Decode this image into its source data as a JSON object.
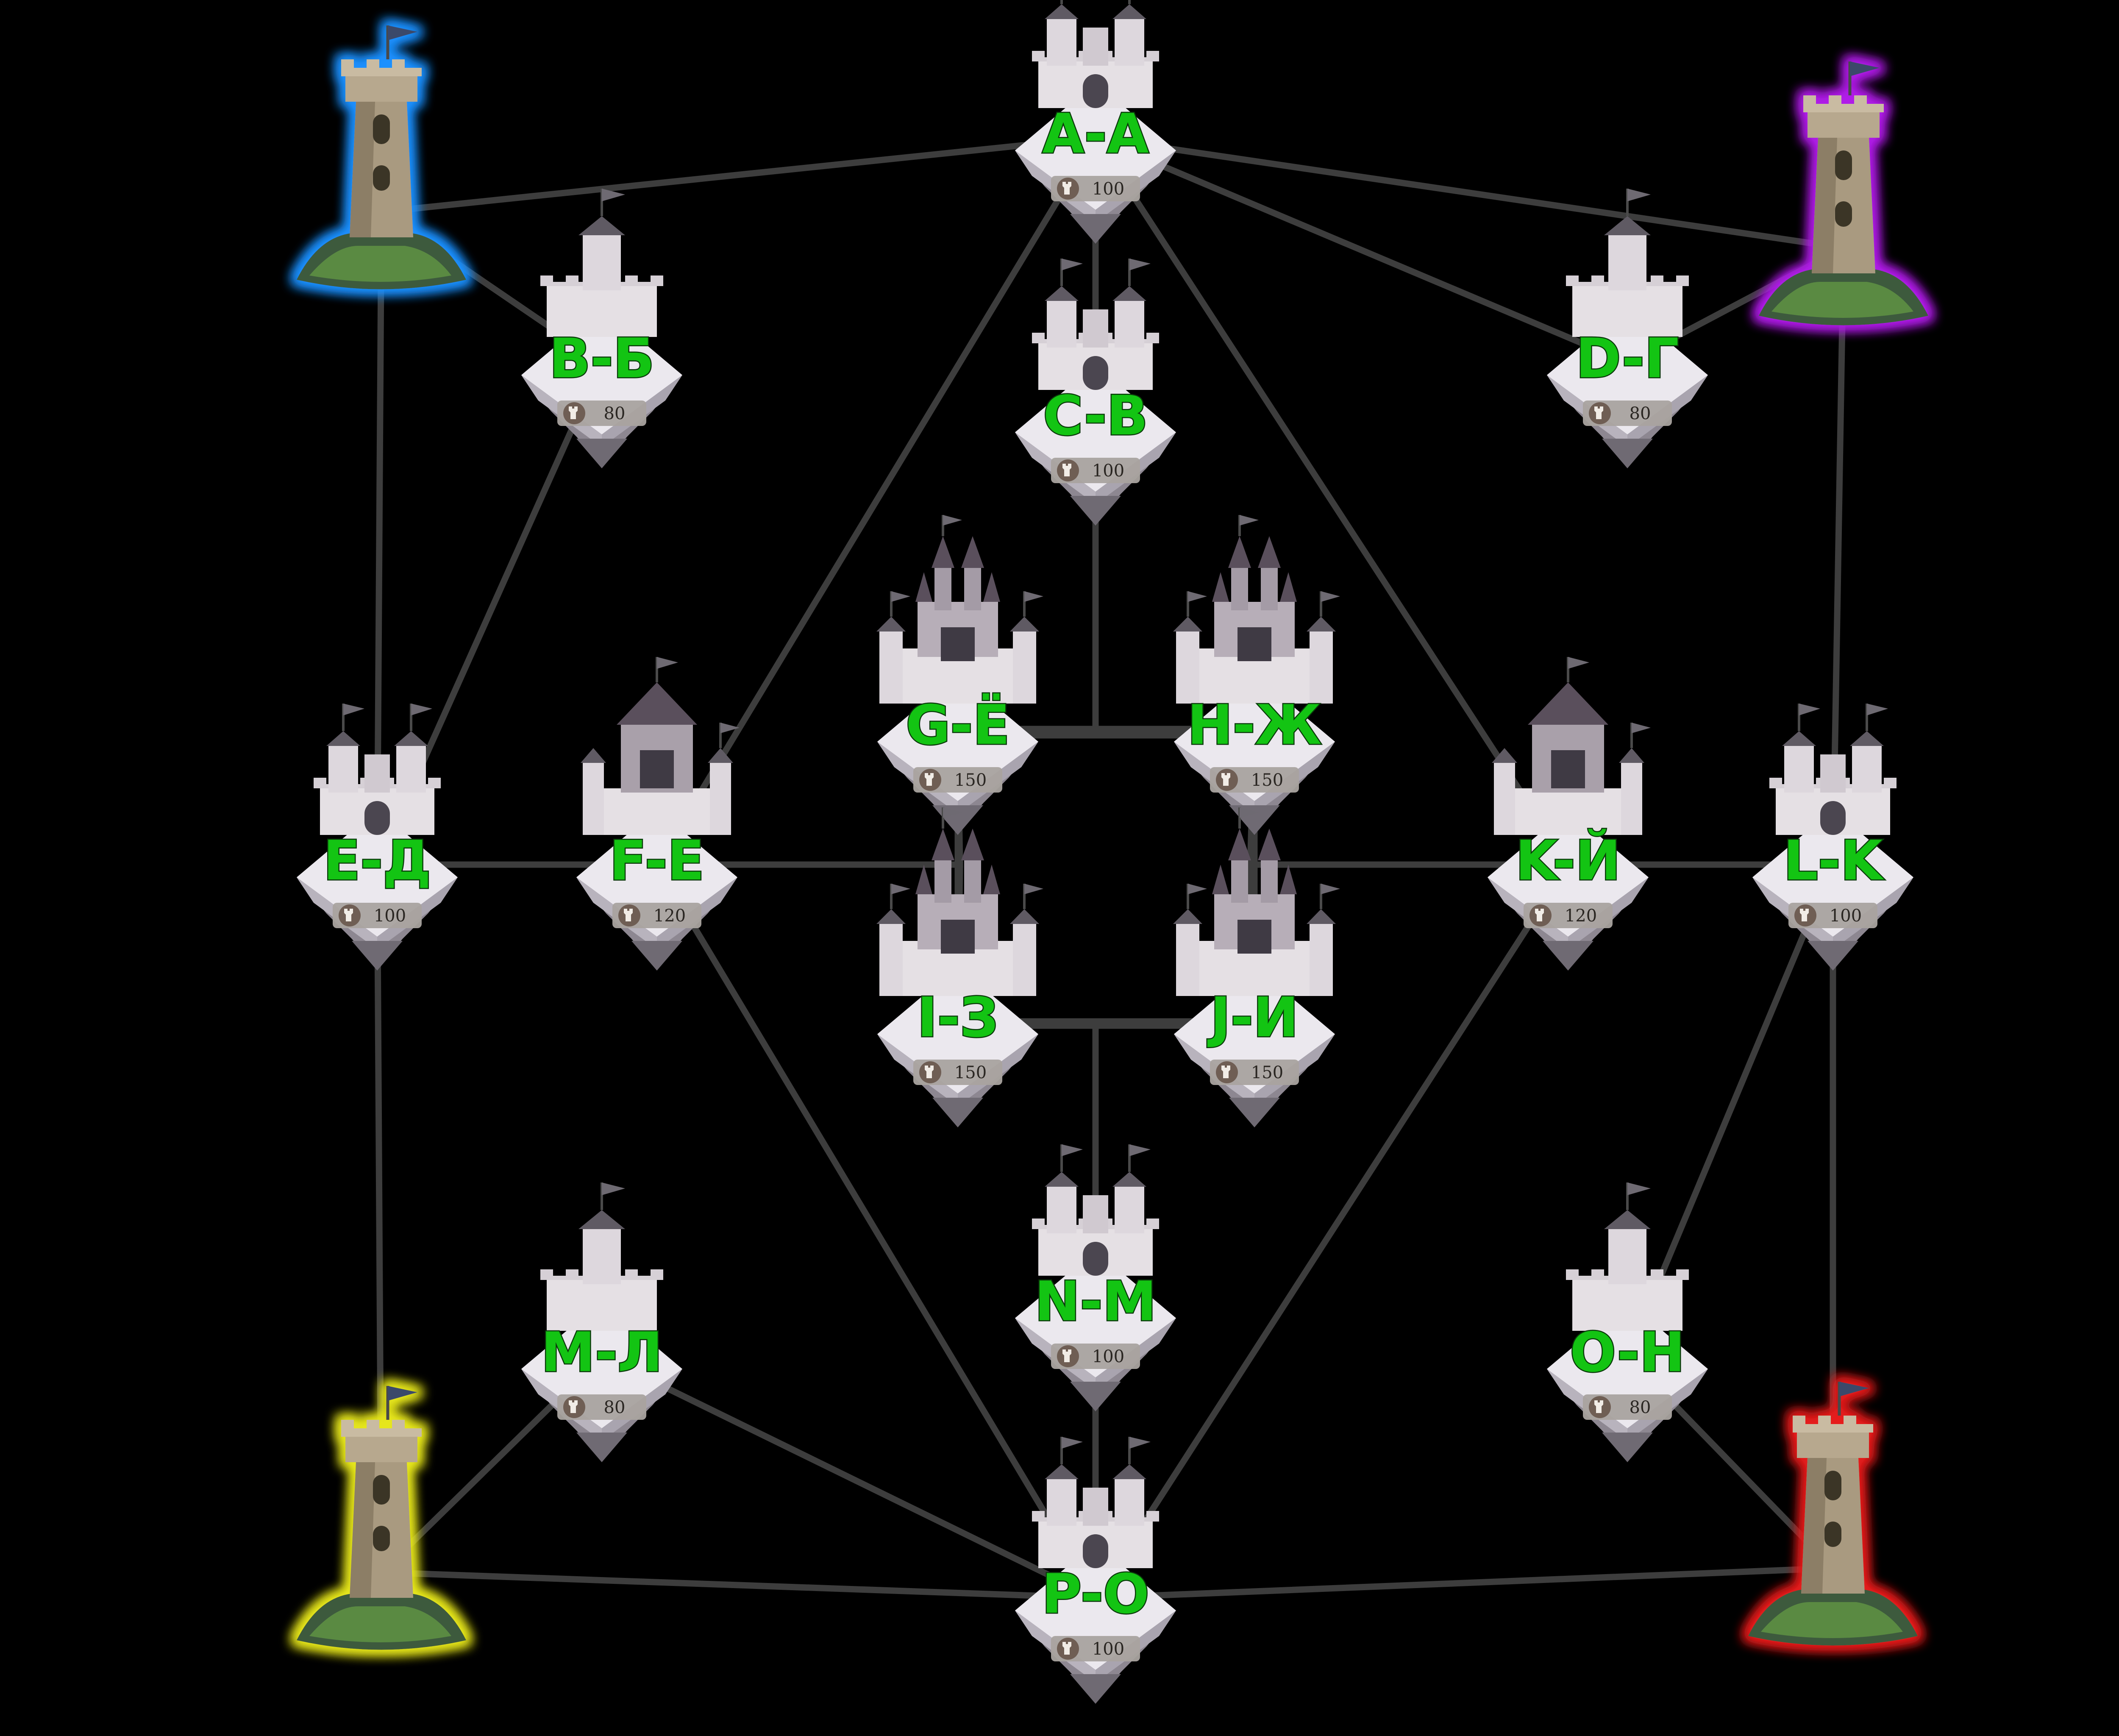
{
  "board": {
    "background": "#000000",
    "road_color": "#3d3d3d",
    "label_color": "#13c413"
  },
  "towers": [
    {
      "id": "tower-blue",
      "glow": "#1e90ff"
    },
    {
      "id": "tower-purple",
      "glow": "#b01ee8"
    },
    {
      "id": "tower-yellow",
      "glow": "#e6e61e"
    },
    {
      "id": "tower-red",
      "glow": "#e61e1e"
    }
  ],
  "castles": [
    {
      "id": "a",
      "label": "A-A",
      "value": "100",
      "kind": "fortress"
    },
    {
      "id": "b",
      "label": "B-Б",
      "value": "80",
      "kind": "keep"
    },
    {
      "id": "c",
      "label": "C-В",
      "value": "100",
      "kind": "fortress"
    },
    {
      "id": "d",
      "label": "D-Г",
      "value": "80",
      "kind": "keep"
    },
    {
      "id": "e",
      "label": "E-Д",
      "value": "100",
      "kind": "fortress"
    },
    {
      "id": "f",
      "label": "F-E",
      "value": "120",
      "kind": "citadel"
    },
    {
      "id": "g",
      "label": "G-Ë",
      "value": "150",
      "kind": "palace"
    },
    {
      "id": "h",
      "label": "H-Ж",
      "value": "150",
      "kind": "palace"
    },
    {
      "id": "i",
      "label": "I-З",
      "value": "150",
      "kind": "palace"
    },
    {
      "id": "j",
      "label": "J-И",
      "value": "150",
      "kind": "palace"
    },
    {
      "id": "k",
      "label": "K-Й",
      "value": "120",
      "kind": "citadel"
    },
    {
      "id": "l",
      "label": "L-K",
      "value": "100",
      "kind": "fortress"
    },
    {
      "id": "m",
      "label": "M-Л",
      "value": "80",
      "kind": "keep"
    },
    {
      "id": "n",
      "label": "N-M",
      "value": "100",
      "kind": "fortress"
    },
    {
      "id": "o",
      "label": "O-H",
      "value": "80",
      "kind": "keep"
    },
    {
      "id": "p",
      "label": "P-O",
      "value": "100",
      "kind": "fortress"
    }
  ],
  "connections": [
    [
      "tower-blue",
      "a"
    ],
    [
      "tower-blue",
      "b"
    ],
    [
      "tower-blue",
      "e"
    ],
    [
      "a",
      "tower-purple"
    ],
    [
      "a",
      "c"
    ],
    [
      "a",
      "d"
    ],
    [
      "a",
      "f"
    ],
    [
      "a",
      "k"
    ],
    [
      "tower-purple",
      "d"
    ],
    [
      "tower-purple",
      "l"
    ],
    [
      "b",
      "e"
    ],
    [
      "e",
      "f"
    ],
    [
      "e",
      "tower-yellow"
    ],
    [
      "f",
      "g"
    ],
    [
      "f",
      "i"
    ],
    [
      "f",
      "p"
    ],
    [
      "c",
      "g"
    ],
    [
      "c",
      "h"
    ],
    [
      "g",
      "h"
    ],
    [
      "g",
      "i"
    ],
    [
      "h",
      "j"
    ],
    [
      "h",
      "k"
    ],
    [
      "j",
      "k"
    ],
    [
      "i",
      "j"
    ],
    [
      "i",
      "n"
    ],
    [
      "j",
      "n"
    ],
    [
      "n",
      "p"
    ],
    [
      "k",
      "l"
    ],
    [
      "k",
      "p"
    ],
    [
      "l",
      "o"
    ],
    [
      "l",
      "tower-red"
    ],
    [
      "m",
      "tower-yellow"
    ],
    [
      "m",
      "p"
    ],
    [
      "tower-yellow",
      "p"
    ],
    [
      "p",
      "tower-red"
    ],
    [
      "o",
      "tower-red"
    ]
  ]
}
